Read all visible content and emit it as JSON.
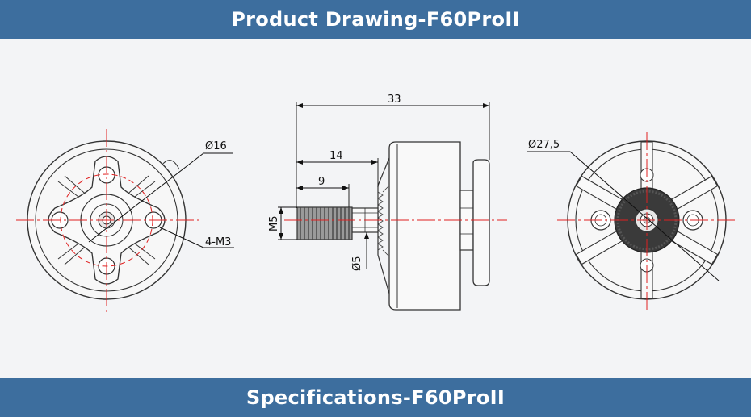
{
  "header": {
    "title": "Product Drawing-F60ProII"
  },
  "footer": {
    "title": "Specifications-F60ProII"
  },
  "drawing": {
    "front_view": {
      "diameter_label": "Ø16",
      "screw_label": "4-M3"
    },
    "side_view": {
      "overall_length": "33",
      "shaft_length": "14",
      "thread_length": "9",
      "thread_label": "M5",
      "shaft_diameter_label": "Ø5"
    },
    "rear_view": {
      "diameter_label": "Ø27,5"
    }
  },
  "colors": {
    "banner": "#3d6e9e",
    "centerline": "#e02020",
    "line": "#333333",
    "background": "#f3f4f6"
  }
}
